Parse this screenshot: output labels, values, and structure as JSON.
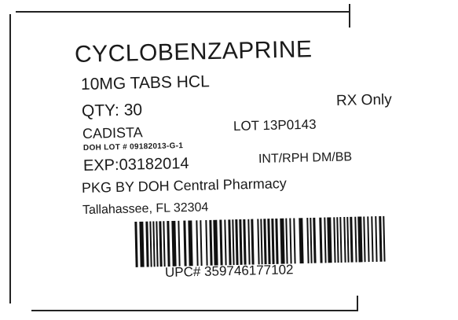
{
  "label": {
    "product_name": "CYCLOBENZAPRINE",
    "strength": "10MG TABS HCL",
    "quantity": "QTY: 30",
    "rx_only": "RX Only",
    "manufacturer": "CADISTA",
    "lot": "LOT 13P0143",
    "doh_lot": "DOH  LOT # 09182013-G-1",
    "expiration": "EXP:03182014",
    "int_rph": "INT/RPH DM/BB",
    "packager": "PKG BY DOH Central Pharmacy",
    "city": "Tallahassee, FL 32304",
    "upc": "UPC# 359746177102"
  },
  "barcode_value": "359746177102"
}
